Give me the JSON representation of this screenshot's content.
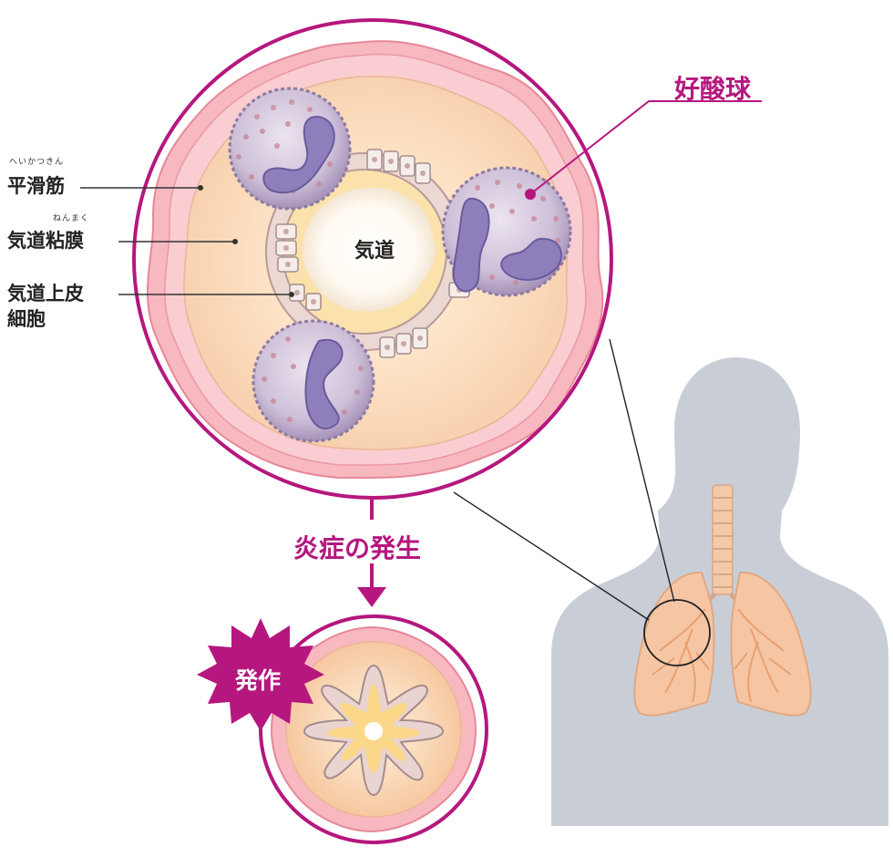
{
  "labels": {
    "smooth_muscle": "平滑筋",
    "smooth_muscle_ruby": "へいかつきん",
    "airway_mucosa": "気道粘膜",
    "airway_mucosa_ruby": "ねんまく",
    "epithelium_line1": "気道上皮",
    "epithelium_line2": "細胞",
    "airway": "気道",
    "eosinophil": "好酸球",
    "inflammation": "炎症の発生",
    "attack": "発作"
  },
  "colors": {
    "accent": "#b5177e",
    "silhouette": "#c9ced6",
    "lung": "#f6c6a4",
    "muscle": "#f2a8b4",
    "mucosa": "#fde0c0",
    "cell": "#b9a8c8",
    "nucleus": "#8a7ab8"
  }
}
